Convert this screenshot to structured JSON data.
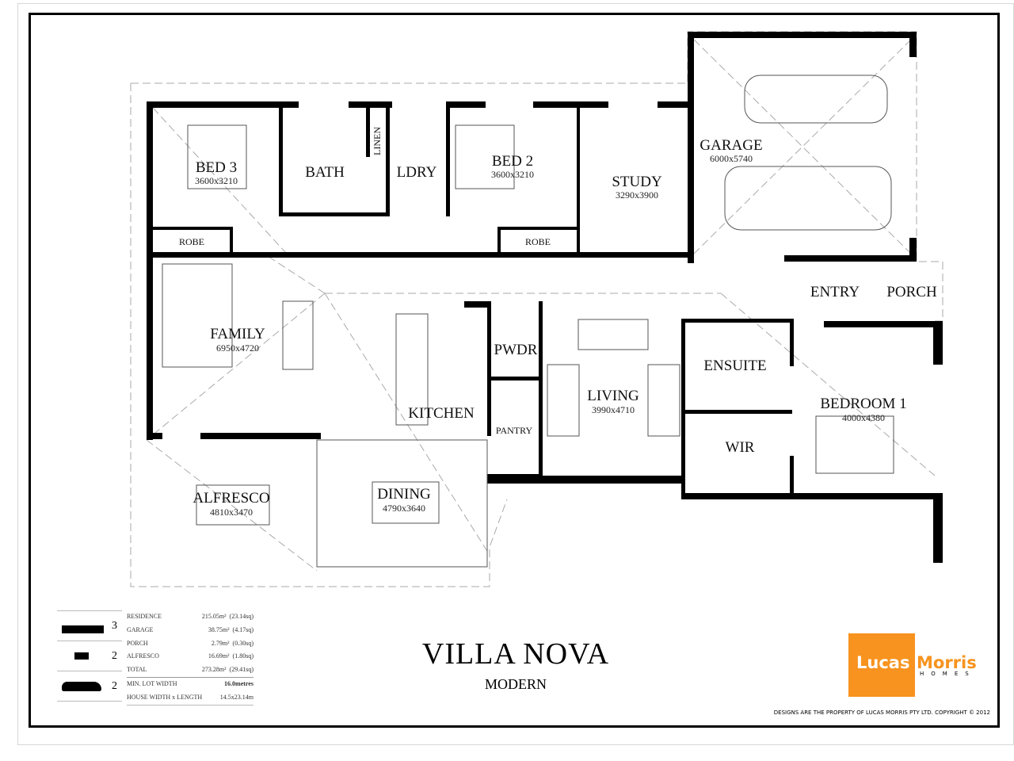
{
  "plan": {
    "title": "VILLA NOVA",
    "subtitle": "MODERN",
    "rooms": [
      {
        "name": "BED 3",
        "dims": "3600x3210"
      },
      {
        "name": "BATH"
      },
      {
        "name": "LINEN"
      },
      {
        "name": "LDRY"
      },
      {
        "name": "BED 2",
        "dims": "3600x3210"
      },
      {
        "name": "STUDY",
        "dims": "3290x3900"
      },
      {
        "name": "GARAGE",
        "dims": "6000x5740"
      },
      {
        "name": "ROBE"
      },
      {
        "name": "ROBE"
      },
      {
        "name": "FAMILY",
        "dims": "6950x4720"
      },
      {
        "name": "PWDR"
      },
      {
        "name": "KITCHEN"
      },
      {
        "name": "PANTRY"
      },
      {
        "name": "LIVING",
        "dims": "3990x4710"
      },
      {
        "name": "ENTRY"
      },
      {
        "name": "PORCH"
      },
      {
        "name": "ENSUITE"
      },
      {
        "name": "WIR"
      },
      {
        "name": "BEDROOM 1",
        "dims": "4000x4380"
      },
      {
        "name": "ALFRESCO",
        "dims": "4810x3470"
      },
      {
        "name": "DINING",
        "dims": "4790x3640"
      }
    ]
  },
  "summary": {
    "bedrooms": "3",
    "bathrooms": "2",
    "cars": "2",
    "rows": [
      {
        "label": "RESIDENCE",
        "value": "215.05m²",
        "sq": "(23.14sq)"
      },
      {
        "label": "GARAGE",
        "value": "38.75m²",
        "sq": "(4.17sq)"
      },
      {
        "label": "PORCH",
        "value": "2.79m²",
        "sq": "(0.30sq)"
      },
      {
        "label": "ALFRESCO",
        "value": "16.69m²",
        "sq": "(1.80sq)"
      },
      {
        "label": "TOTAL",
        "value": "273.28m²",
        "sq": "(29.41sq)"
      },
      {
        "label": "MIN. LOT WIDTH",
        "value": "16.0metres",
        "sq": ""
      },
      {
        "label": "HOUSE WIDTH x LENGTH",
        "value": "14.5x23.14m",
        "sq": ""
      }
    ]
  },
  "brand": {
    "part1": "Lucas",
    "part2": "Morris",
    "part3": "HOMES",
    "color": "#f7931e",
    "copyright": "DESIGNS ARE THE PROPERTY OF LUCAS MORRIS PTY LTD. COPYRIGHT © 2012"
  }
}
